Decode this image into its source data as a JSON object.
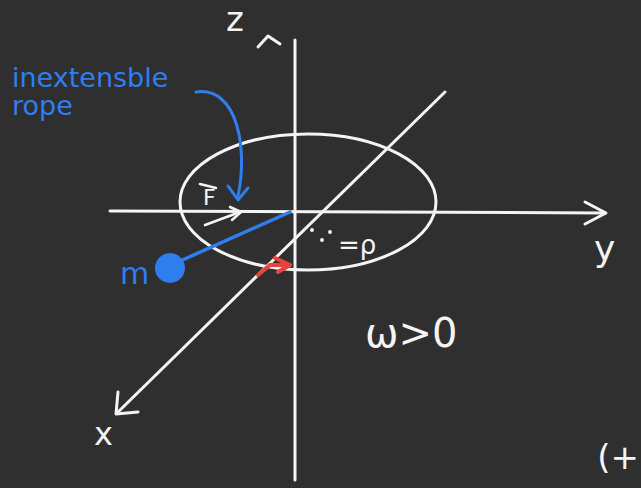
{
  "diagram": {
    "labels": [
      "z",
      "inextensble rope",
      "F",
      "m",
      "=ρ",
      "ω>0",
      "x",
      "y",
      "(+"
    ]
  }
}
